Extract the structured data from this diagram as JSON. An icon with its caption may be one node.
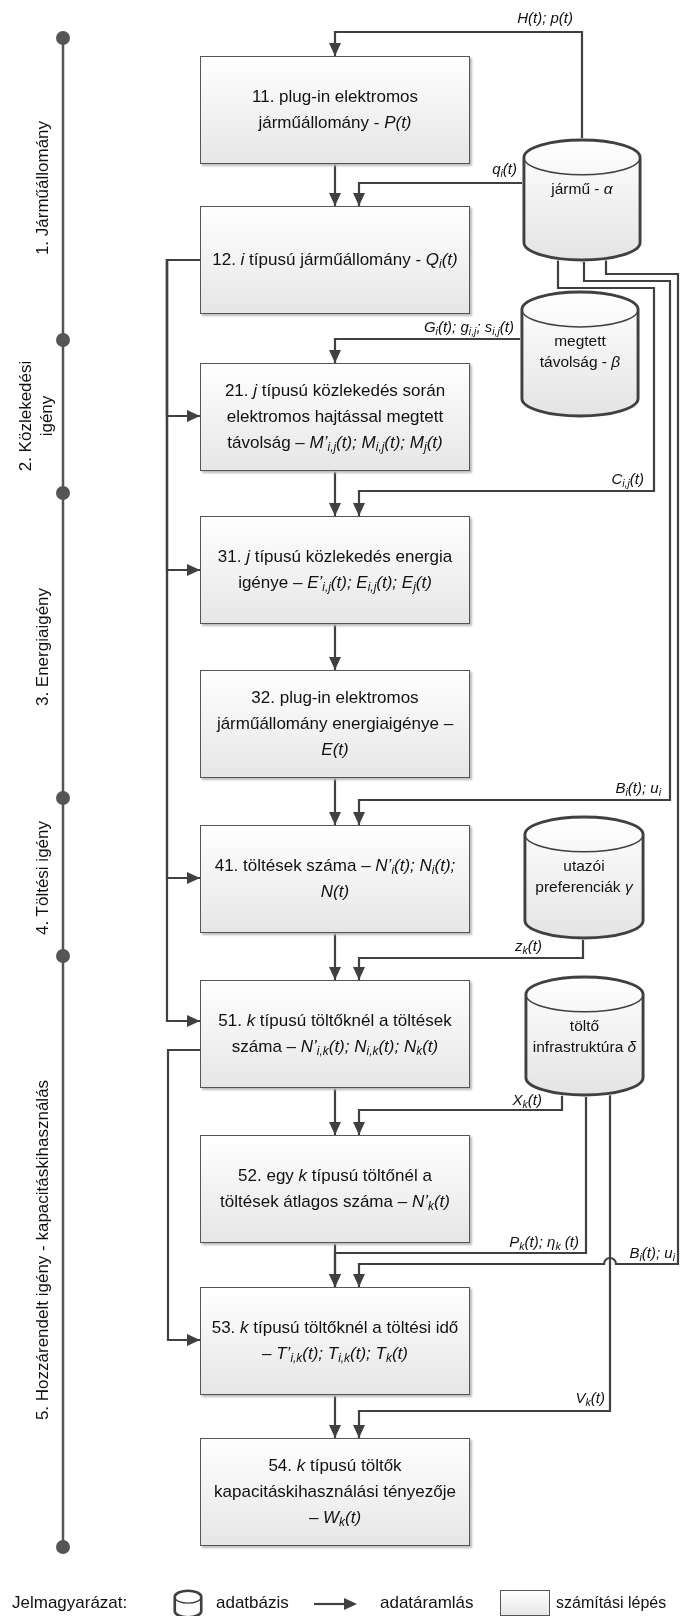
{
  "diagram": {
    "nodes": [
      {
        "text": [
          "11. plug-in elektromos járműállomány - *P(t)*"
        ]
      },
      {
        "text": [
          "12. *i* típusú járműállomány - *Q*$_{i}$*(t)*"
        ]
      },
      {
        "text": [
          "jármű - *α*"
        ]
      },
      {
        "text": [
          "megtett távolság - *β*"
        ]
      },
      {
        "text": [
          "21. *j* típusú közlekedés során elektromos hajtással megtett távolság – *M’*$_{i,j}$*(t); M*$_{i,j}$*(t); M*$_{j}$*(t)*"
        ]
      },
      {
        "text": [
          "31. *j* típusú közlekedés energia igénye – *E’*$_{i,j}$*(t); E*$_{i,j}$*(t); E*$_{j}$*(t)*"
        ]
      },
      {
        "text": [
          "32. plug-in elektromos járműállomány energiaigénye – *E(t)*"
        ]
      },
      {
        "text": [
          "41. töltések száma – *N’*$_{i}$*(t); N*$_{i}$*(t); N(t)*"
        ]
      },
      {
        "text": [
          "utazói preferenciák *γ*"
        ]
      },
      {
        "text": [
          "51. *k* típusú töltőknél a töltések száma – *N’*$_{i,k}$*(t); N*$_{i,k}$*(t); N*$_{k}$*(t)*"
        ]
      },
      {
        "text": [
          "töltő infrastruktúra *δ*"
        ]
      },
      {
        "text": [
          "52. egy *k* típusú töltőnél a töltések átlagos száma – *N’*$_{k}$*(t)*"
        ]
      },
      {
        "text": [
          "53. *k* típusú töltőknél a töltési idő – *T’*$_{i,k}$*(t); T*$_{i,k}$*(t); T*$_{k}$*(t)*"
        ]
      },
      {
        "text": [
          "54. *k* típusú töltők kapacitáskihasználási tényezője – *W*$_{k}$*(t)*"
        ]
      }
    ],
    "edges": [
      {
        "from": 2,
        "to": 0,
        "arrow": "to",
        "label": "H(t); p(t)"
      },
      {
        "from": 0,
        "to": 1,
        "arrow": "to"
      },
      {
        "from": 2,
        "to": 1,
        "arrow": "to",
        "label": "q$_{i}$(t)"
      },
      {
        "from": 1,
        "to": 4,
        "arrow": "to"
      },
      {
        "from": 1,
        "to": 5,
        "arrow": "to"
      },
      {
        "from": 1,
        "to": 7,
        "arrow": "to"
      },
      {
        "from": 1,
        "to": 9,
        "arrow": "to"
      },
      {
        "from": 3,
        "to": 4,
        "arrow": "to",
        "label": "G$_{i}$(t); g$_{i,j}$; s$_{i,j}$(t)"
      },
      {
        "from": 4,
        "to": 5,
        "arrow": "to"
      },
      {
        "from": 2,
        "to": 5,
        "arrow": "to",
        "label": "C$_{i,j}$(t)"
      },
      {
        "from": 5,
        "to": 6,
        "arrow": "to"
      },
      {
        "from": 6,
        "to": 7,
        "arrow": "to"
      },
      {
        "from": 2,
        "to": 7,
        "arrow": "to",
        "label": "B$_{i}$(t); u$_{i}$"
      },
      {
        "from": 7,
        "to": 9,
        "arrow": "to"
      },
      {
        "from": 8,
        "to": 9,
        "arrow": "to",
        "label": "z$_{k}$(t)"
      },
      {
        "from": 9,
        "to": 11,
        "arrow": "to"
      },
      {
        "from": 10,
        "to": 11,
        "arrow": "to",
        "label": "X$_{k}$(t)"
      },
      {
        "from": 9,
        "to": 12,
        "arrow": "to"
      },
      {
        "from": 11,
        "to": 12,
        "arrow": "to"
      },
      {
        "from": 10,
        "to": 12,
        "arrow": "to",
        "label": "P$_{k}$(t); η$_{k}$ (t)"
      },
      {
        "from": 2,
        "to": 12,
        "arrow": "to",
        "label": "B$_{i}$(t); u$_{i}$"
      },
      {
        "from": 12,
        "to": 13,
        "arrow": "to"
      },
      {
        "from": 10,
        "to": 13,
        "arrow": "to",
        "label": "V$_{k}$(t)"
      }
    ],
    "labels": [
      "1. Járműállomány",
      "2. Közlekedési igény",
      "3. Energiaigény",
      "4. Töltési igény",
      "5. Hozzárendelt igény - kapacitáskihasználás",
      "Jelmagyarázat:"
    ],
    "legend": [
      {
        "text": "adatbázis"
      },
      {
        "text": "adatáramlás"
      },
      {
        "text": "számítási lépés"
      }
    ]
  }
}
